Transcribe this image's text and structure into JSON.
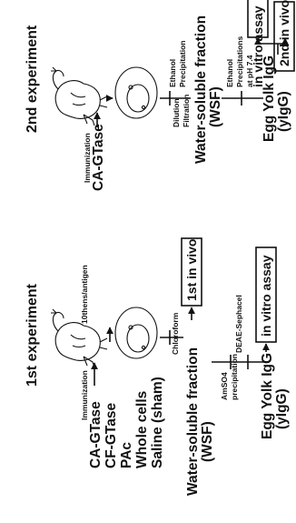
{
  "experiment1": {
    "heading": "1st experiment",
    "immunization_label": "Immunization",
    "antigens": [
      "CA-GTase",
      "CF-GTase",
      "PAc",
      "Whole cells",
      "Saline (sham)"
    ],
    "antigens_note": "10thens/antigen",
    "chloroform_label": "Chloroform",
    "wsf_line1": "Water-soluble fraction",
    "wsf_line2": "(WSF)",
    "in_vivo_box": "1st in vivo",
    "amso4_label_line1": "AmSO4",
    "amso4_label_line2": "precipitation",
    "deae_label": "DEAE-Sephacel",
    "igy_line1": "Egg Yolk IgG",
    "igy_line2": "(yIgG)",
    "in_vitro_box": "in vitro assay"
  },
  "experiment2": {
    "heading": "2nd experiment",
    "immunization_label": "Immunization",
    "antigen": "CA-GTase",
    "dilution_label": "Dilution",
    "filtration_label": "Filtration",
    "ethanol1_line1": "Ethanol",
    "ethanol1_line2": "Precipitation",
    "wsf_line1": "Water-soluble fraction",
    "wsf_line2": "(WSF)",
    "ethanol2_line1": "Ethanol",
    "ethanol2_line2": "Precipitations",
    "ethanol2_line3": "at pH 7.4",
    "igy_line1": "Egg Yolk IgG",
    "igy_line2": "(yIgG)",
    "in_vitro_box": "in vitro assay",
    "in_vivo_box": "2nd in vivo"
  }
}
